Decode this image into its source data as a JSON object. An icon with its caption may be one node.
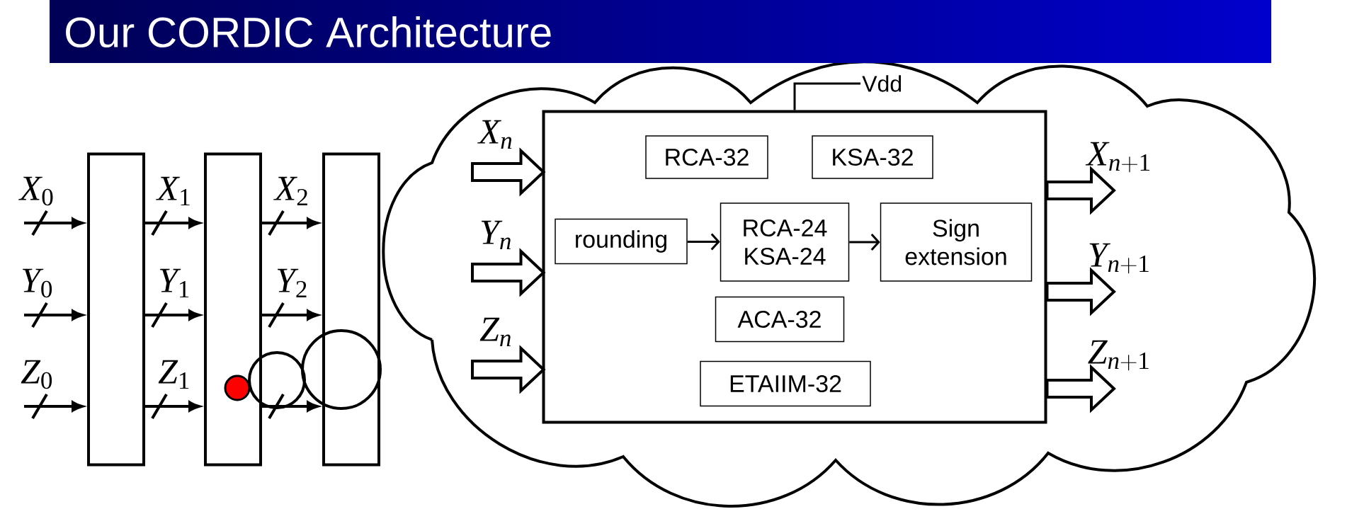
{
  "diagram": {
    "title": "Our CORDIC Architecture",
    "nodes": [
      {
        "text": [],
        "shape": "box"
      },
      {
        "text": [],
        "shape": "box"
      },
      {
        "text": [],
        "shape": "box"
      },
      {
        "text": [],
        "shape": "cloud"
      },
      {
        "text": [],
        "shape": "box",
        "in": 3
      },
      {
        "text": [
          "RCA-32"
        ],
        "in": 4
      },
      {
        "text": [
          "KSA-32"
        ],
        "in": 4
      },
      {
        "text": [
          "rounding"
        ],
        "in": 4
      },
      {
        "text": [
          "RCA-24",
          "KSA-24"
        ],
        "in": 4
      },
      {
        "text": [
          "Sign extension"
        ],
        "in": 4
      },
      {
        "text": [
          "ACA-32"
        ],
        "in": 4
      },
      {
        "text": [
          "ETAIIM-32"
        ],
        "in": 4
      },
      {
        "text": [
          "Vdd"
        ],
        "in": 3
      }
    ],
    "edges": [
      {
        "from": null,
        "to": 0,
        "arrow": "to",
        "label": "X_{0}"
      },
      {
        "from": null,
        "to": 0,
        "arrow": "to",
        "label": "Y_{0}"
      },
      {
        "from": null,
        "to": 0,
        "arrow": "to",
        "label": "Z_{0}"
      },
      {
        "from": 0,
        "to": 1,
        "arrow": "to",
        "label": "X_{1}"
      },
      {
        "from": 0,
        "to": 1,
        "arrow": "to",
        "label": "Y_{1}"
      },
      {
        "from": 0,
        "to": 1,
        "arrow": "to",
        "label": "Z_{1}"
      },
      {
        "from": 1,
        "to": 2,
        "arrow": "to",
        "label": "X_{2}"
      },
      {
        "from": 1,
        "to": 2,
        "arrow": "to",
        "label": "Y_{2}"
      },
      {
        "from": 1,
        "to": 2,
        "arrow": "to"
      },
      {
        "from": null,
        "to": 4,
        "arrow": "to",
        "label": "X_{n}",
        "style": "thick"
      },
      {
        "from": null,
        "to": 4,
        "arrow": "to",
        "label": "Y_{n}",
        "style": "thick"
      },
      {
        "from": null,
        "to": 4,
        "arrow": "to",
        "label": "Z_{n}",
        "style": "thick"
      },
      {
        "from": 4,
        "to": null,
        "arrow": "to",
        "label": "X_{n+1}",
        "style": "thick"
      },
      {
        "from": 4,
        "to": null,
        "arrow": "to",
        "label": "Y_{n+1}",
        "style": "thick"
      },
      {
        "from": 4,
        "to": null,
        "arrow": "to",
        "label": "Z_{n+1}",
        "style": "thick"
      },
      {
        "from": 7,
        "to": 8,
        "arrow": "to"
      },
      {
        "from": 8,
        "to": 9,
        "arrow": "to"
      },
      {
        "from": 12,
        "to": 4,
        "arrow": "none"
      }
    ]
  }
}
